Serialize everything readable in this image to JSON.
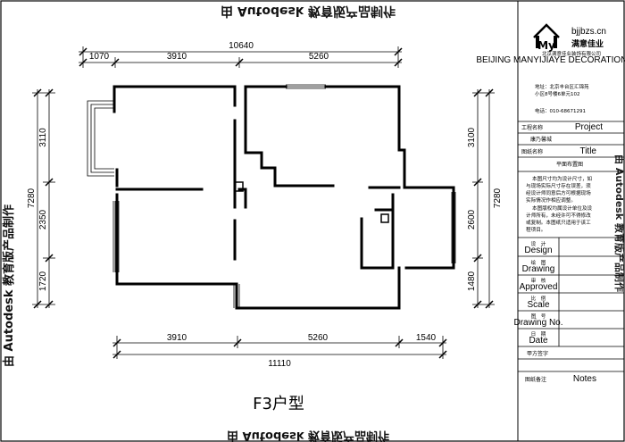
{
  "plan": {
    "title": "F3户型",
    "watermark": "由 Autodesk 教育版产品制作"
  },
  "dimensions": {
    "top_total": "10640",
    "top_segments": [
      "1070",
      "3910",
      "5260"
    ],
    "bottom_segments": [
      "3910",
      "5260",
      "1540"
    ],
    "bottom_total": "11110",
    "left_total": "7280",
    "left_segments": [
      "3110",
      "2350",
      "1720"
    ],
    "right_total": "7280",
    "right_segments": [
      "3100",
      "2600",
      "1480"
    ]
  },
  "title_block": {
    "company_name": "北京满意佳业装饰有限公司",
    "company_name_en": "BEIJING MANYIJIAYE DECORATION CO.,LTD.",
    "logo_text": "My",
    "logo_brand": "满意佳业",
    "website": "bjjbzs.cn",
    "address_label": "地址：北京丰台区汇锦苑",
    "address_line2": "小区8号楼6单元102",
    "phone": "电话：010-68671291",
    "project_label": "工程名称",
    "project_label_en": "Project",
    "project_value": "康乃馨城",
    "drawing_label": "图纸名称",
    "drawing_label_en": "Title",
    "drawing_value": "平面布置图",
    "notes_p1": [
      "本图尺寸均为设计尺寸，如",
      "与现场实际尺寸存在误差，须",
      "经设计师同意后方可根据现场",
      "实际情况作相应调整。"
    ],
    "notes_p2": [
      "本图版权均属设计单位及设",
      "计师所有，未经许可不得修改",
      "或复制。本图纸只适用于该工",
      "程项目。"
    ],
    "rows": [
      {
        "cn": "设　计",
        "en": "Design"
      },
      {
        "cn": "绘　图",
        "en": "Drawing"
      },
      {
        "cn": "审　核",
        "en": "Approved"
      },
      {
        "cn": "比　例",
        "en": "Scale"
      },
      {
        "cn": "图　号",
        "en": "Drawing No."
      },
      {
        "cn": "日　期",
        "en": "Date"
      }
    ],
    "sign_label": "甲方签字",
    "notes_label": "图纸备注",
    "notes_label_en": "Notes"
  }
}
